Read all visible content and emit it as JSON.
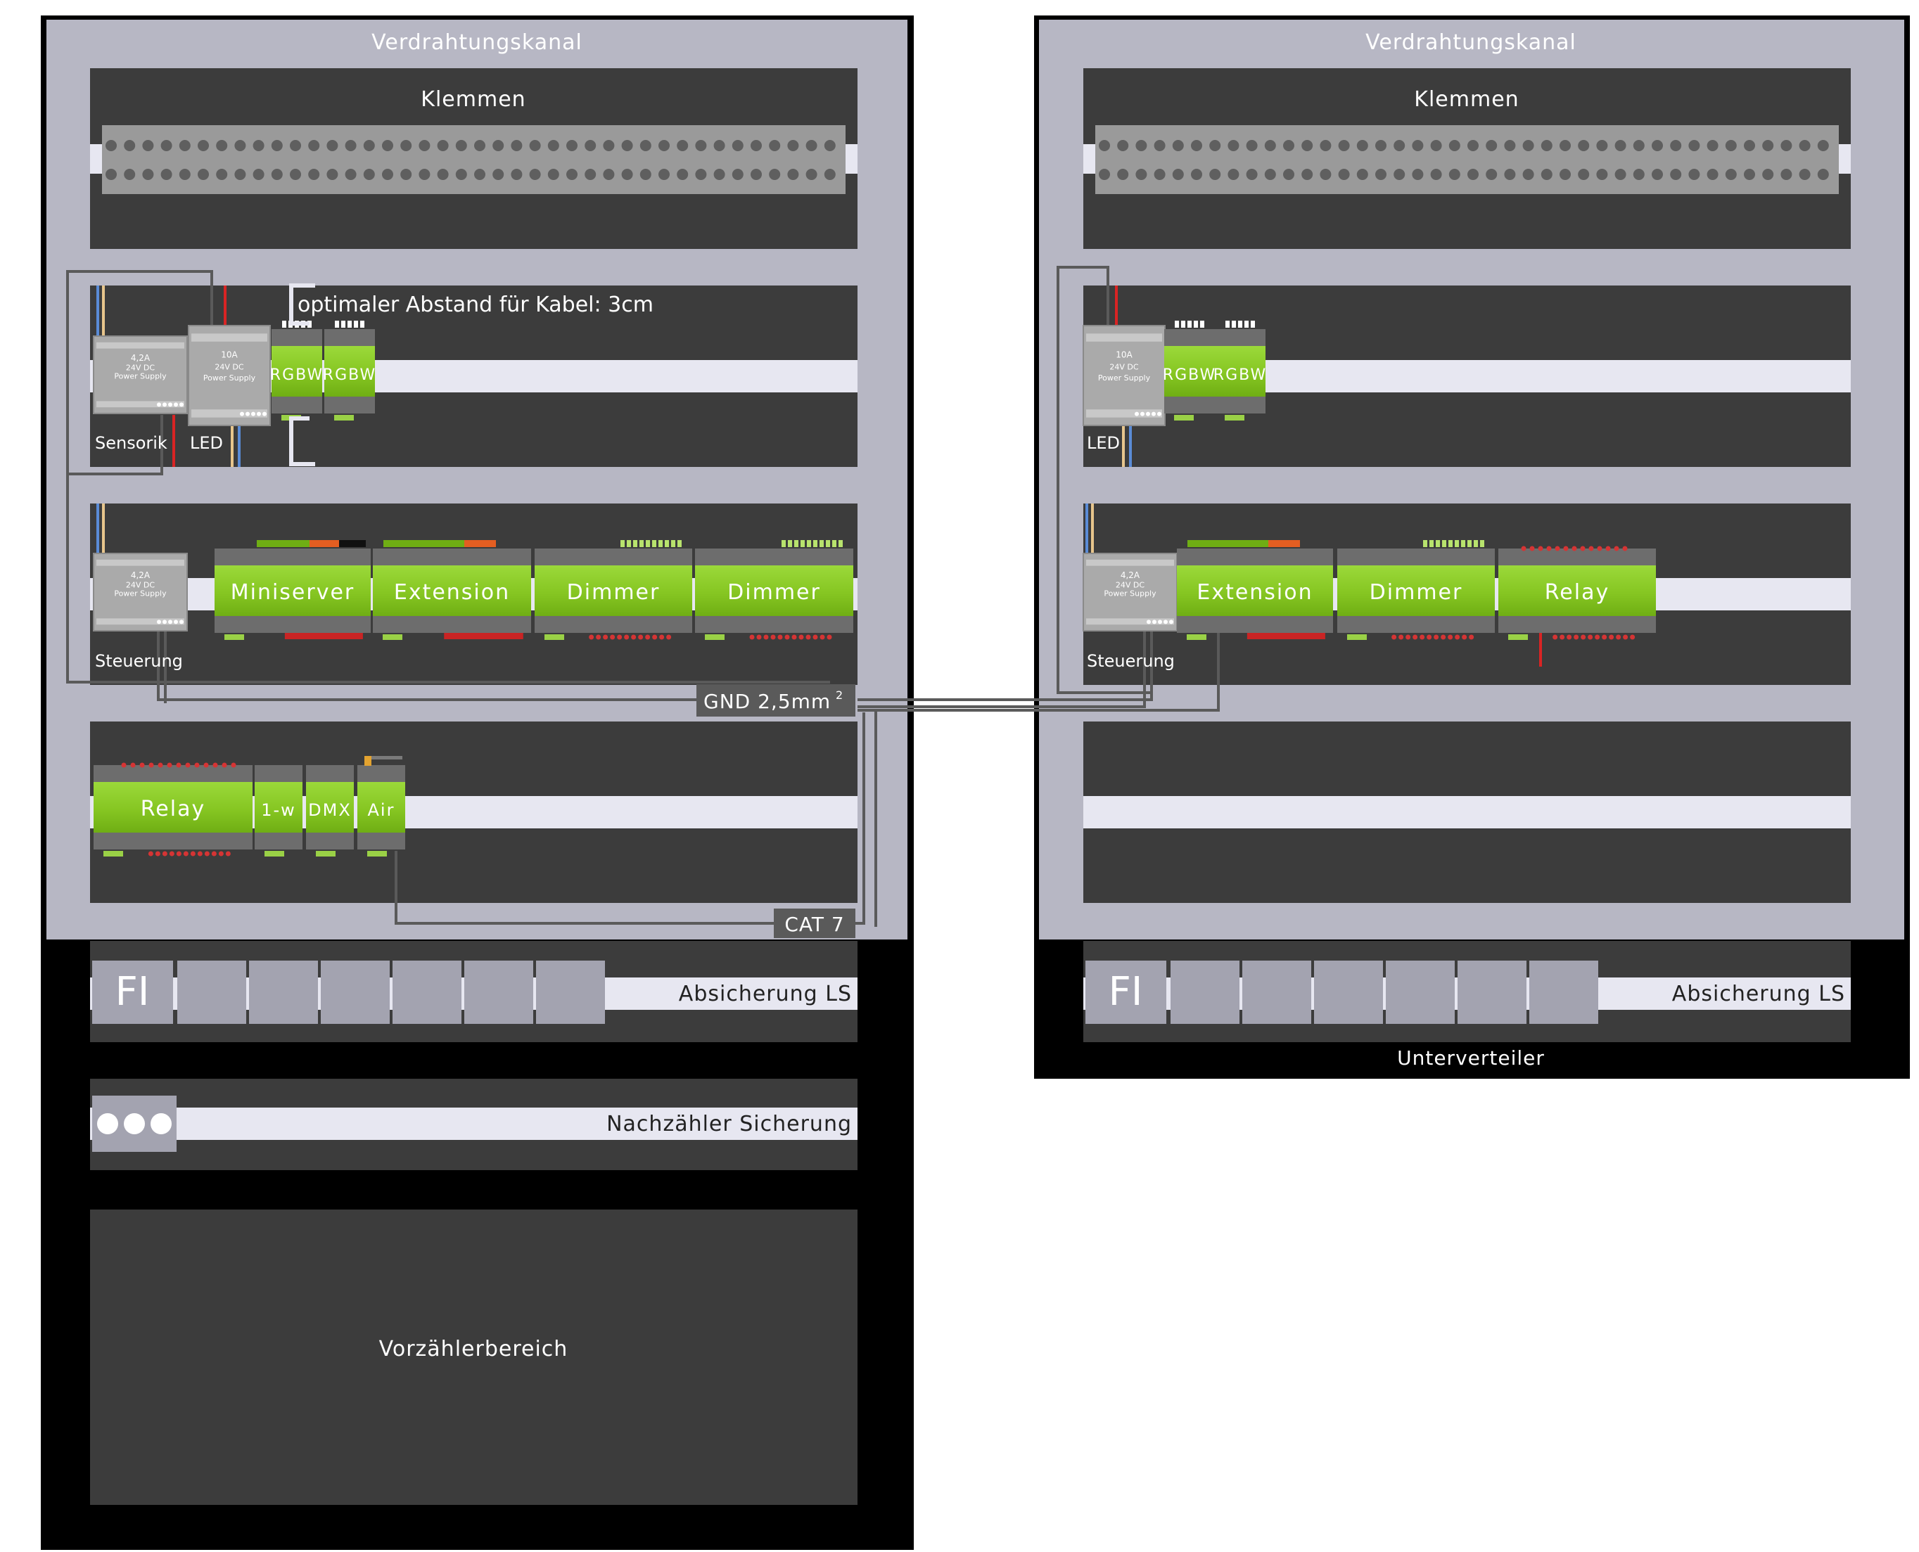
{
  "labels": {
    "wiring_channel": "Verdrahtungskanal",
    "terminals": "Klemmen",
    "cable_spacing": "optimaler Abstand für Kabel: 3cm",
    "gnd": "GND  2,5mm",
    "gnd_sup": "2",
    "cat7": "CAT 7",
    "fuse_ls": "Absicherung LS",
    "fi": "FI",
    "post_meter_fuse": "Nachzähler Sicherung",
    "pre_meter_area": "Vorzählerbereich",
    "sub_distribution": "Unterverteiler",
    "sensorik": "Sensorik",
    "led": "LED",
    "steuerung": "Steuerung"
  },
  "modules": {
    "miniserver": "Miniserver",
    "extension": "Extension",
    "dimmer": "Dimmer",
    "relay": "Relay",
    "rgbw": "RGBW",
    "onewire": "1-w",
    "dmx": "DMX",
    "air": "Air"
  },
  "power_supply": {
    "small_rating": "4,2A",
    "large_rating": "10A",
    "voltage": "24V DC",
    "name": "Power Supply"
  },
  "colors": {
    "cabinet_black": "#000000",
    "wiring_channel": "#b7b7c4",
    "din_rail_area": "#3c3c3c",
    "rail": "#e7e7f1",
    "module_green": "#8fcf2a",
    "module_gray": "#a8a8a8",
    "wire": "#5a5a5a",
    "wire_red": "#d92424",
    "wire_blue": "#5a8bd6",
    "wire_beige": "#e7c58c"
  }
}
